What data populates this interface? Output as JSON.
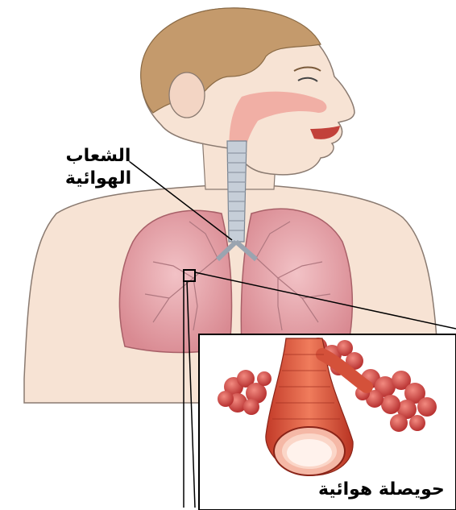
{
  "labels": {
    "bronchi_line1": "الشعاب",
    "bronchi_line2": "الهوائية",
    "alveolus": "حويصلة هوائية"
  },
  "colors": {
    "skin": "#f7e3d4",
    "hair": "#c49a6c",
    "lung": "#e8a6ad",
    "lung_dark": "#c9727c",
    "trachea": "#b8c4d0",
    "airway": "#e85a40",
    "alveoli": "#d9433f",
    "outline": "#8a7a70"
  }
}
